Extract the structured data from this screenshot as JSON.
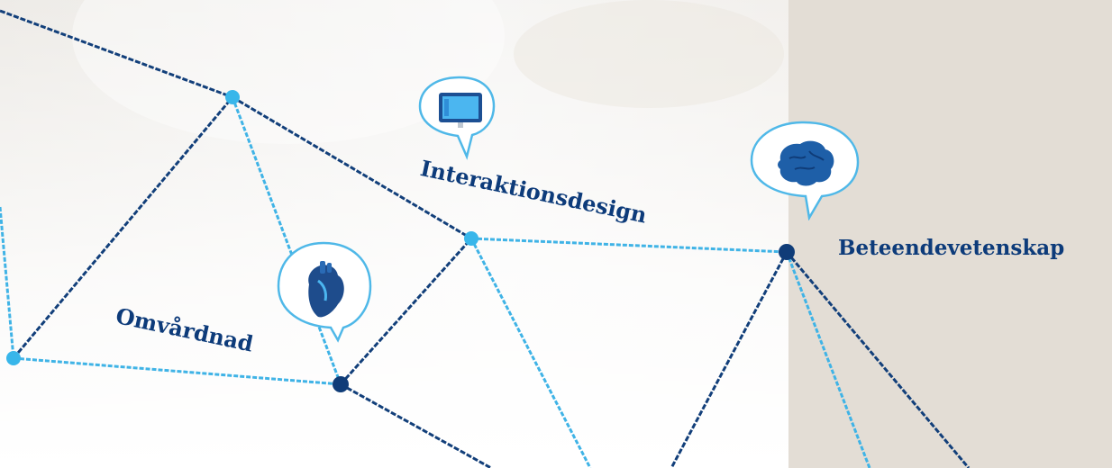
{
  "colors": {
    "label": "#0d3b7a",
    "line_light": "#3fb3e6",
    "line_dark": "#123f7a",
    "node_light": "#38b6ea",
    "node_dark": "#0f3c78",
    "bubble_border": "#4fb8e8",
    "bubble_fill": "#ffffff"
  },
  "labels": {
    "interaction": "Interaktionsdesign",
    "nursing": "Omvårdnad",
    "behavior": "Beteendevetenskap"
  },
  "icons": {
    "interaction": "computer-monitor-icon",
    "nursing": "heart-icon",
    "behavior": "brain-icon"
  }
}
